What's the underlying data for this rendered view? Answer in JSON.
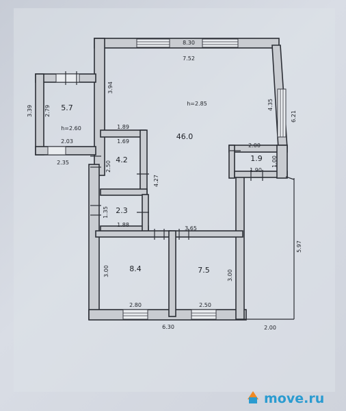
{
  "rooms": [
    {
      "id": "main",
      "area": "46.0",
      "height": "h=2.85"
    },
    {
      "id": "porch",
      "area": "5.7",
      "height": "h=2.60"
    },
    {
      "id": "room-a",
      "area": "4.2"
    },
    {
      "id": "room-b",
      "area": "2.3"
    },
    {
      "id": "room-c",
      "area": "1.9"
    },
    {
      "id": "bedroom-1",
      "area": "8.4"
    },
    {
      "id": "bedroom-2",
      "area": "7.5"
    }
  ],
  "dimensions": {
    "top_outer": "8.30",
    "top_inner": "7.52",
    "left_main": "3.94",
    "porch_outer_h": "3.39",
    "porch_inner_h": "2.79",
    "porch_inner_w": "2.03",
    "porch_outer_w": "2.35",
    "right_upper": "4.35",
    "right_outer": "6.21",
    "room_c_top": "2.00",
    "room_c_bottom": "1.90",
    "room_c_side": "1.00",
    "room_a_top": "1.89",
    "room_a_inner": "1.69",
    "room_a_side": "2.50",
    "partition_h": "4.27",
    "room_b_side": "1.35",
    "room_b_bottom": "1.88",
    "bedroom_top": "3.65",
    "bedroom1_side": "3.00",
    "bedroom2_side": "3.00",
    "bottom_left": "2.80",
    "bottom_right": "2.50",
    "bottom_total": "6.30",
    "extension_bottom": "2.00",
    "extension_side": "5.97"
  },
  "watermark": {
    "text": "move.ru"
  }
}
